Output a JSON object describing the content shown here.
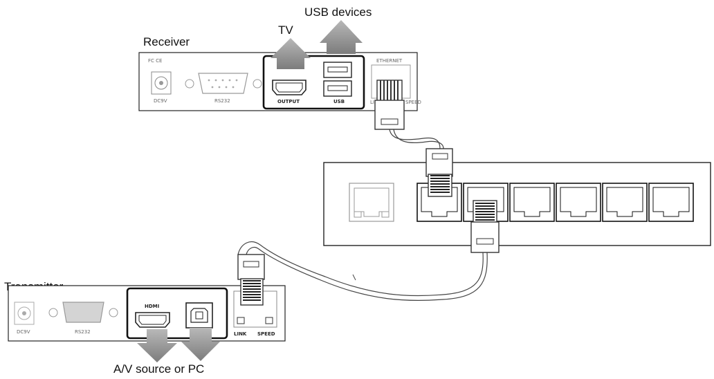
{
  "labels": {
    "receiver": "Receiver",
    "transmitter": "Transmitter",
    "tv": "TV",
    "usb_devices": "USB devices",
    "source": "A/V source or PC"
  },
  "receiver_panel": {
    "ethernet": "ETHERNET",
    "dc": "DC9V",
    "rs232": "RS232",
    "output": "OUTPUT",
    "usb": "USB",
    "link": "LINK",
    "speed": "SPEED",
    "marks": "FC CE"
  },
  "transmitter_panel": {
    "dc": "DC9V",
    "rs232": "RS232",
    "hdmi": "HDMI",
    "link": "LINK",
    "speed": "SPEED"
  },
  "colors": {
    "line": "#333333",
    "faint": "#9a9a9a",
    "arrow": "#8a8a8a"
  }
}
